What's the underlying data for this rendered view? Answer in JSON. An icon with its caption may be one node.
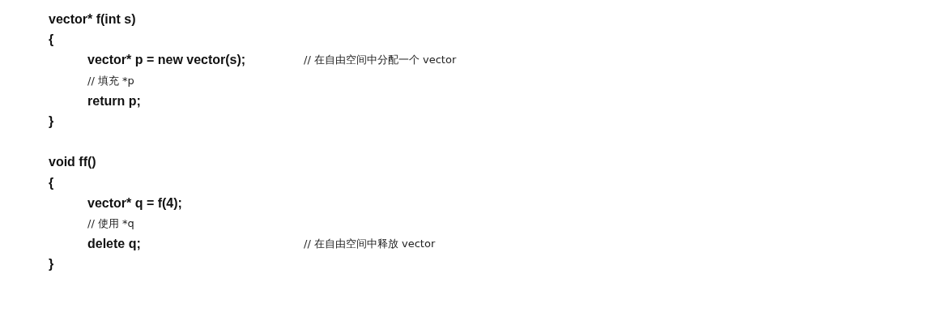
{
  "diagram": {
    "labels": [
      "vector* f(int s)",
      "{",
      "vector* p = new vector(s);",
      "// 在自由空间中分配一个 vector",
      "// 填充 *p",
      "return p;",
      "}",
      "void ff()",
      "{",
      "vector* q = f(4);",
      "// 使用 *q",
      "delete q;",
      "// 在自由空间中释放 vector",
      "}"
    ]
  }
}
